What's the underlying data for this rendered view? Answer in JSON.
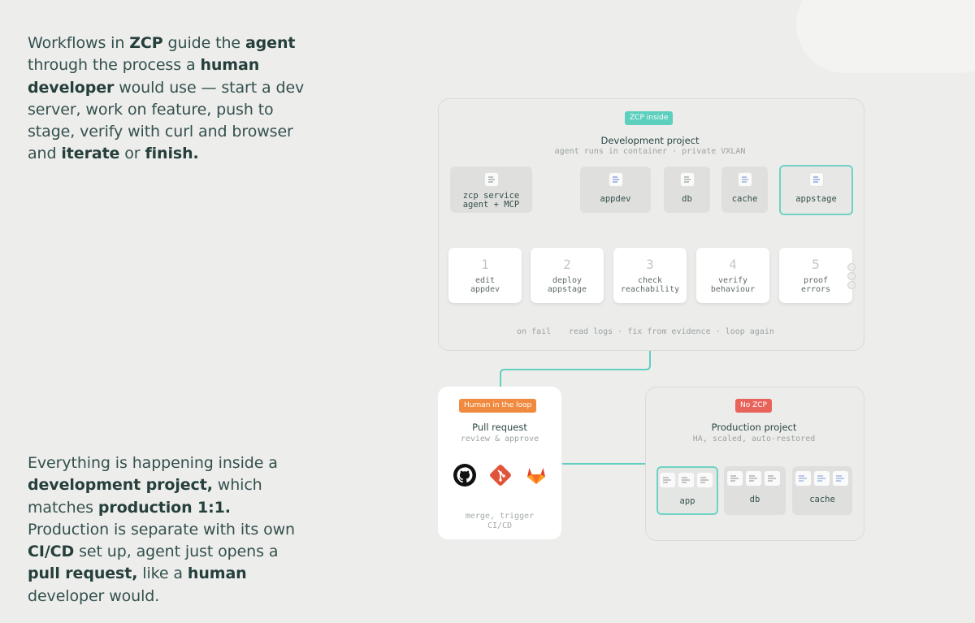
{
  "prose": {
    "p1": [
      {
        "t": "Workflows in ",
        "b": false
      },
      {
        "t": "ZCP",
        "b": true
      },
      {
        "t": " guide the ",
        "b": false
      },
      {
        "t": "agent",
        "b": true
      },
      {
        "t": " through the process a ",
        "b": false
      },
      {
        "t": "human developer",
        "b": true
      },
      {
        "t": " would use — start a dev server, work on feature, push to stage, verify with curl and browser and ",
        "b": false
      },
      {
        "t": "iterate",
        "b": true
      },
      {
        "t": " or ",
        "b": false
      },
      {
        "t": "finish.",
        "b": true
      }
    ],
    "p2": [
      {
        "t": "Everything is happening inside a ",
        "b": false
      },
      {
        "t": "development project,",
        "b": true
      },
      {
        "t": " which matches ",
        "b": false
      },
      {
        "t": "production 1:1.",
        "b": true
      },
      {
        "t": " Production is separate with its own ",
        "b": false
      },
      {
        "t": "CI/CD",
        "b": true
      },
      {
        "t": " set up, agent just opens a ",
        "b": false
      },
      {
        "t": "pull request,",
        "b": true
      },
      {
        "t": " like a ",
        "b": false
      },
      {
        "t": "human",
        "b": true
      },
      {
        "t": " developer would.",
        "b": false
      }
    ]
  },
  "dev": {
    "badge": "ZCP inside",
    "title": "Development project",
    "subtitle": "agent runs in container · private VXLAN",
    "services": [
      {
        "line1": "zcp service",
        "line2": "agent + MCP"
      },
      {
        "line1": "appdev",
        "line2": ""
      },
      {
        "line1": "db",
        "line2": ""
      },
      {
        "line1": "cache",
        "line2": ""
      },
      {
        "line1": "appstage",
        "line2": ""
      }
    ],
    "steps": [
      {
        "num": "1",
        "label": "edit\nappdev"
      },
      {
        "num": "2",
        "label": "deploy\nappstage"
      },
      {
        "num": "3",
        "label": "check\nreachability"
      },
      {
        "num": "4",
        "label": "verify\nbehaviour"
      },
      {
        "num": "5",
        "label": "proof\nerrors"
      }
    ],
    "footer_left": "on fail",
    "footer_right": "read logs · fix from evidence · loop again"
  },
  "pr": {
    "badge": "Human in the loop",
    "title": "Pull request",
    "subtitle": "review & approve",
    "icons": [
      "github-icon",
      "git-icon",
      "gitlab-icon"
    ],
    "footer1": "merge, trigger",
    "footer2": "CI/CD"
  },
  "prod": {
    "badge": "No ZCP",
    "title": "Production project",
    "subtitle": "HA, scaled, auto-restored",
    "services": [
      "app",
      "db",
      "cache"
    ]
  },
  "colors": {
    "accent": "#5ccfbe",
    "human": "#f08a3e",
    "nozcp": "#e8645b",
    "connector": "#5fcfc0"
  }
}
